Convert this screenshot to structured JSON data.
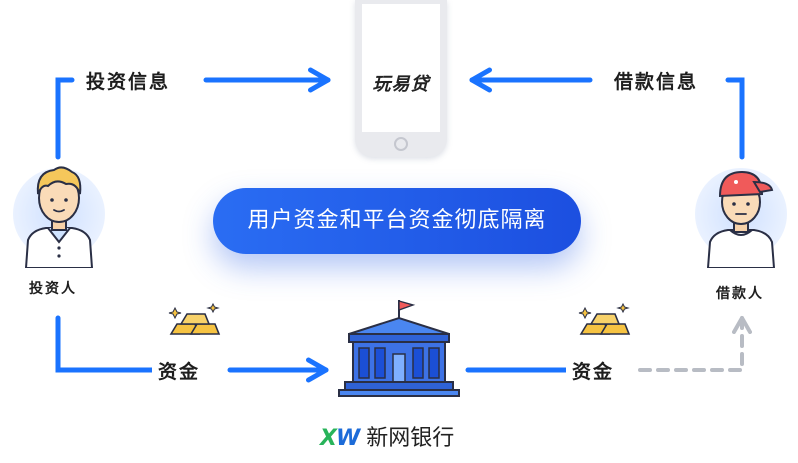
{
  "app": {
    "name": "玩易贷"
  },
  "labels": {
    "investment_info": "投资信息",
    "loan_info": "借款信息",
    "investor": "投资人",
    "borrower": "借款人",
    "funds_left": "资金",
    "funds_right": "资金"
  },
  "banner": {
    "text": "用户资金和平台资金彻底隔离"
  },
  "bank": {
    "name": "新网银行",
    "logo_x": "X",
    "logo_w": "W"
  },
  "colors": {
    "arrow_blue": "#1a73ff",
    "arrow_gray": "#b8bcc4",
    "banner_blue": "#2563eb",
    "gold": "#f6c342",
    "bank_blue": "#1b4fd6"
  },
  "icons": [
    "phone-icon",
    "investor-avatar-icon",
    "borrower-avatar-icon",
    "gold-bars-icon",
    "bank-building-icon"
  ]
}
